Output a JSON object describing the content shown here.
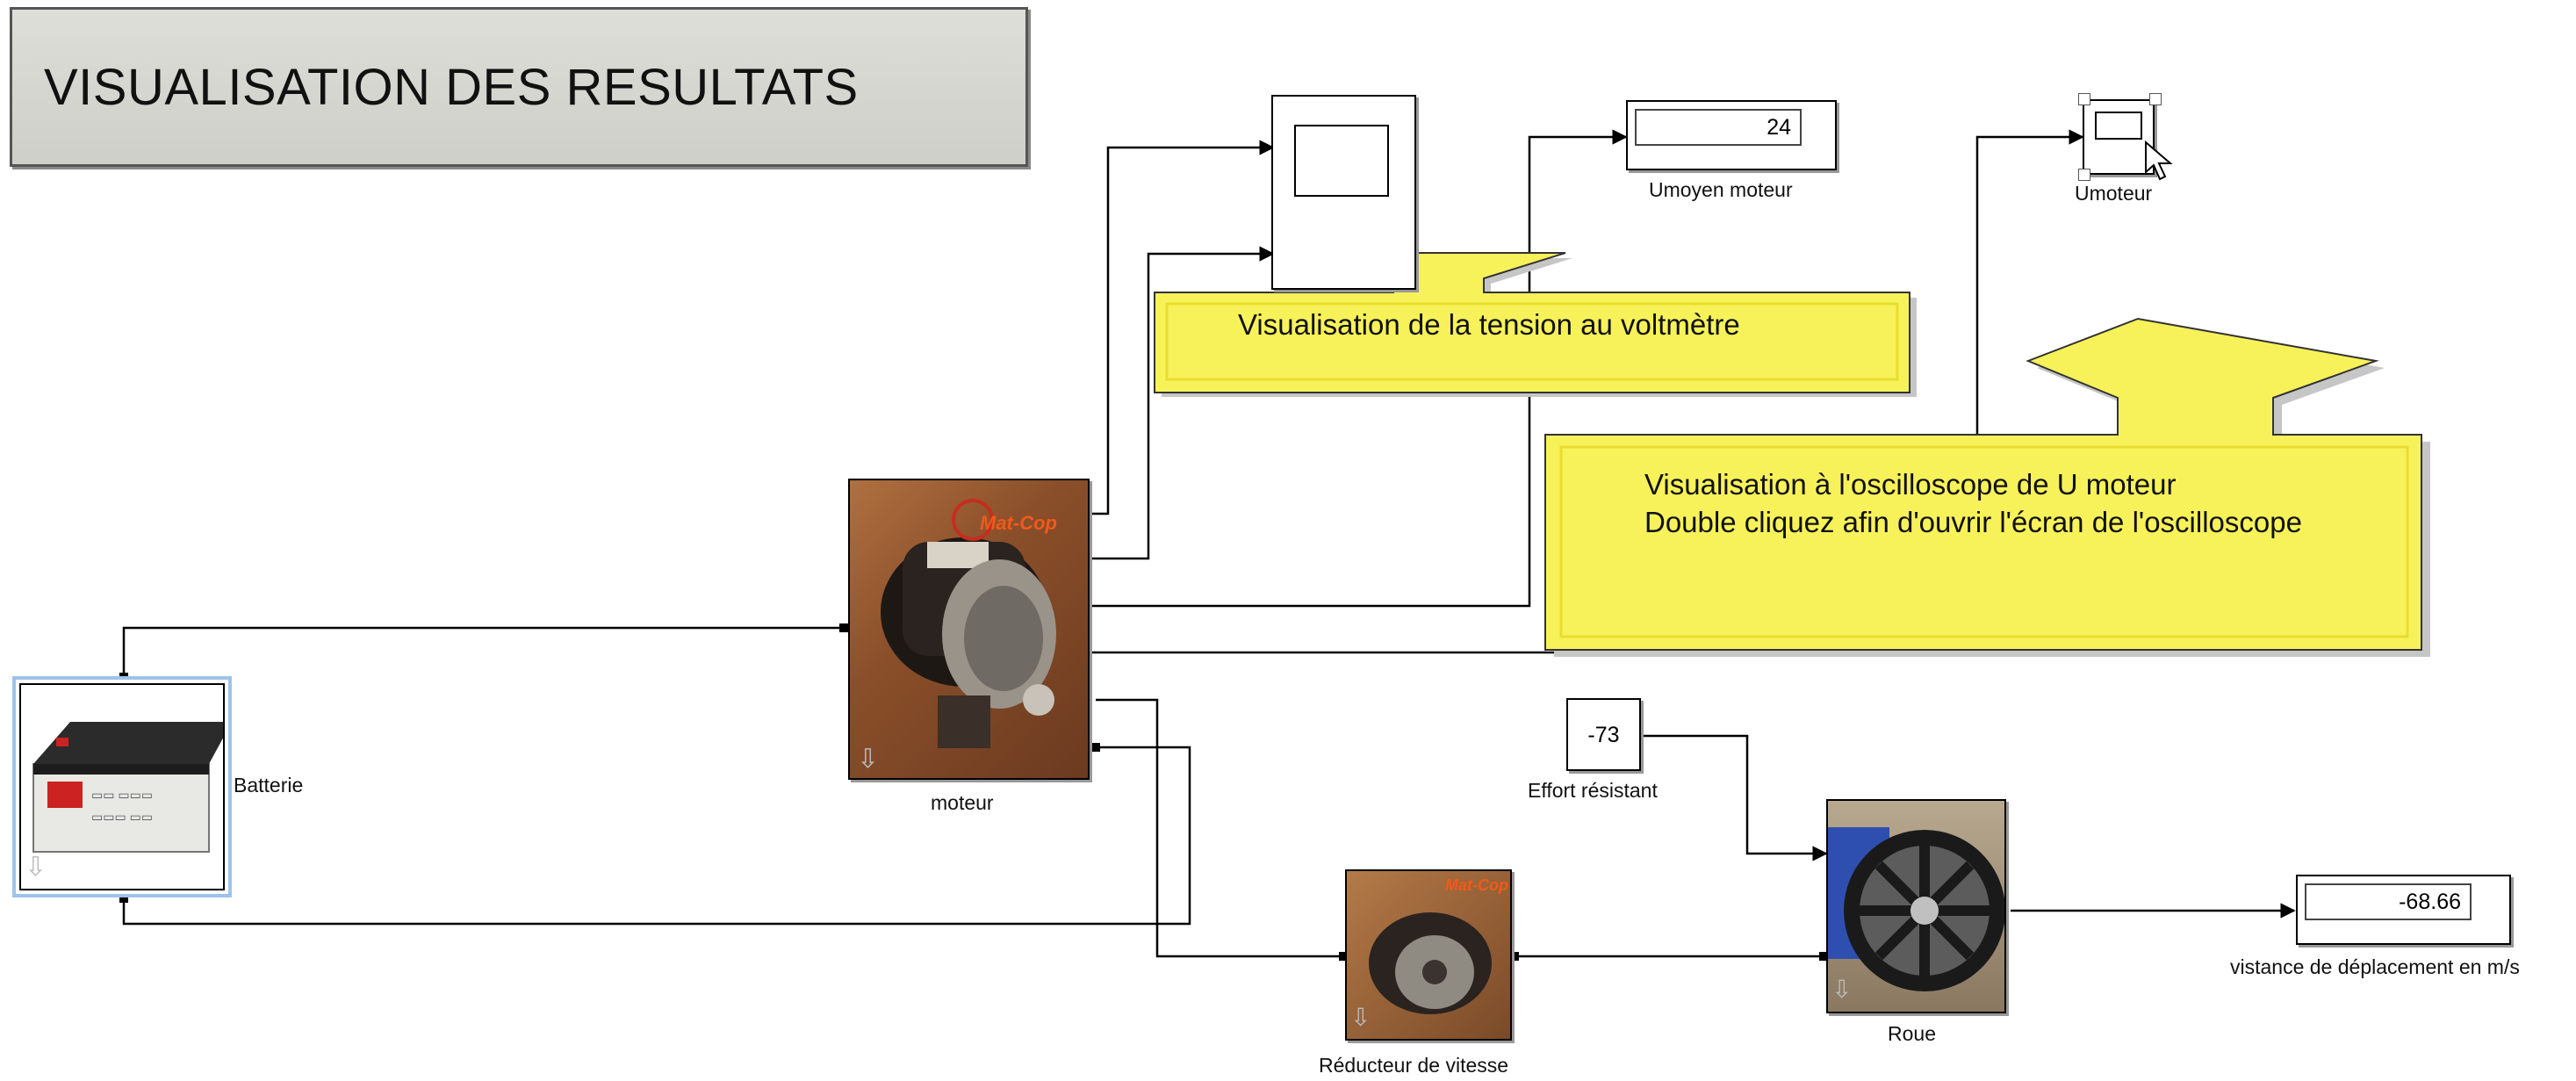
{
  "title": "VISUALISATION DES RESULTATS",
  "blocks": {
    "umoyen_display": {
      "value": "24",
      "label": "Umoyen moteur"
    },
    "umoteur_scope": {
      "label": "Umoteur"
    },
    "moteur": {
      "label": "moteur",
      "photo_text": "Mat-Cop"
    },
    "batterie": {
      "label": "Batterie"
    },
    "effort": {
      "value": "-73",
      "label": "Effort résistant"
    },
    "reducteur": {
      "label": "Réducteur de vitesse",
      "photo_text": "Mat-Cop"
    },
    "roue": {
      "label": "Roue"
    },
    "vitesse_display": {
      "value": "-68.66",
      "label": "vistance de déplacement en m/s"
    }
  },
  "callouts": {
    "voltmeter": {
      "text": "Visualisation de la tension au voltmètre"
    },
    "oscilloscope": {
      "line1": "Visualisation à l'oscilloscope de U moteur",
      "line2": "Double cliquez afin d'ouvrir l'écran de l'oscilloscope"
    }
  },
  "colors": {
    "callout_fill": "#f7f25a",
    "title_fill": "#d6d6d0",
    "selection_blue": "#9ec3ea"
  }
}
